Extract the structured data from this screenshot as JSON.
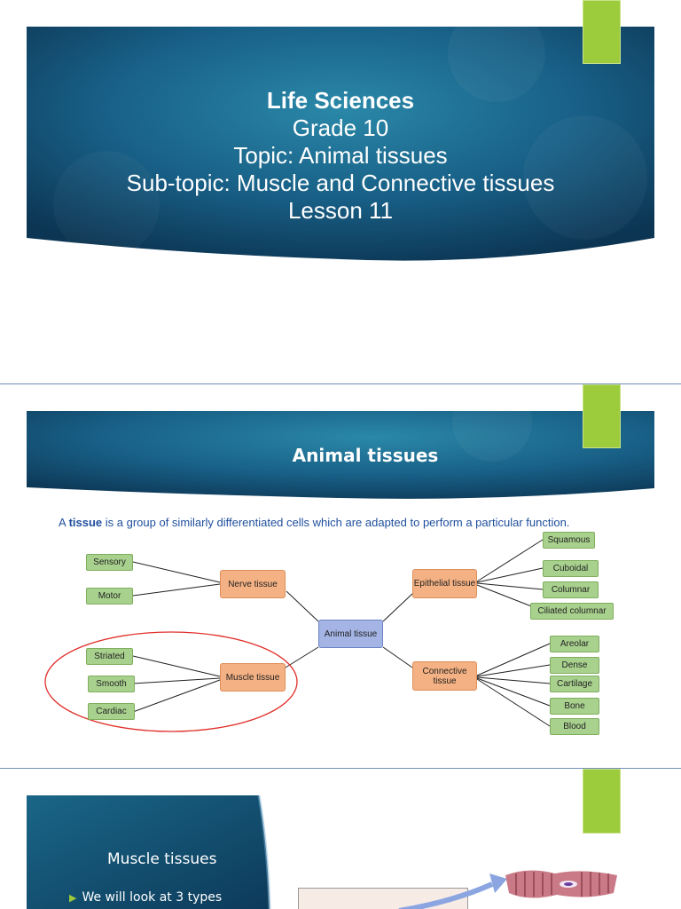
{
  "slide1": {
    "title": "Life Sciences",
    "grade": "Grade 10",
    "topic_label": "Topic:",
    "topic_value": " Animal tissues",
    "subtopic": "Sub-topic: Muscle and Connective tissues",
    "lesson": "Lesson 11"
  },
  "slide2": {
    "title": "Animal tissues",
    "definition_pre": "A ",
    "definition_term": "tissue",
    "definition_post": " is a group of similarly differentiated cells which are adapted to perform a particular function.",
    "diagram": {
      "root": "Animal tissue",
      "nerve": "Nerve tissue",
      "nerve_children": [
        "Sensory",
        "Motor"
      ],
      "muscle": "Muscle tissue",
      "muscle_children": [
        "Striated",
        "Smooth",
        "Cardiac"
      ],
      "epithelial": "Epithelial tissue",
      "epithelial_children": [
        "Squamous",
        "Cuboidal",
        "Columnar",
        "Ciliated columnar"
      ],
      "connective": "Connective tissue",
      "connective_children": [
        "Areolar",
        "Dense",
        "Cartilage",
        "Bone",
        "Blood"
      ]
    }
  },
  "slide3": {
    "title": "Muscle tissues",
    "bullet": "We will look at 3 types"
  },
  "colors": {
    "banner_dark": "#0f3a5c",
    "banner_mid": "#1d6c8f",
    "accent_green": "#9ccb3b",
    "definition_blue": "#1f4e9c",
    "highlight_red": "#e0302a"
  }
}
